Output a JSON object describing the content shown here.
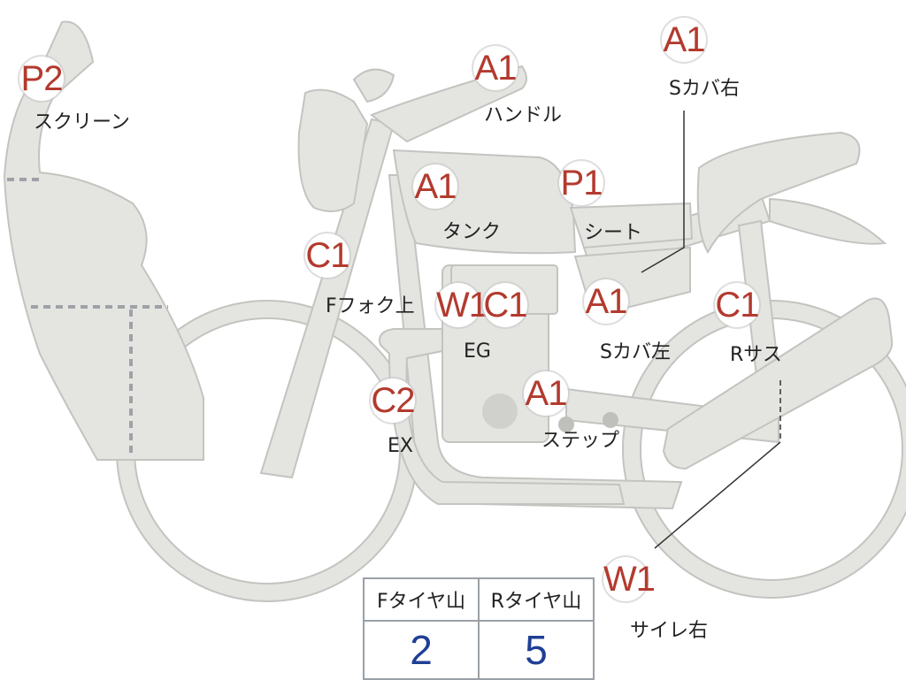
{
  "colors": {
    "grade": "#b33a2e",
    "part": "#e4e5e1",
    "outline": "#c2c4c0",
    "tire_value": "#1f3f95"
  },
  "markers": [
    {
      "id": "screen",
      "grade": "P2",
      "label": "スクリーン"
    },
    {
      "id": "handle",
      "grade": "A1",
      "label": "ハンドル"
    },
    {
      "id": "scover-r",
      "grade": "A1",
      "label": "Sカバ右"
    },
    {
      "id": "tank",
      "grade": "A1",
      "label": "タンク"
    },
    {
      "id": "seat",
      "grade": "P1",
      "label": "シート"
    },
    {
      "id": "ffork",
      "grade": "C1",
      "label": "Fフォク上"
    },
    {
      "id": "eg",
      "grade": "W1",
      "label": "EG"
    },
    {
      "id": "eg2",
      "grade": "C1",
      "label": ""
    },
    {
      "id": "scover-l",
      "grade": "A1",
      "label": "Sカバ左"
    },
    {
      "id": "rsus",
      "grade": "C1",
      "label": "Rサス"
    },
    {
      "id": "ex",
      "grade": "C2",
      "label": "EX"
    },
    {
      "id": "step",
      "grade": "A1",
      "label": "ステップ"
    },
    {
      "id": "muffler",
      "grade": "W1",
      "label": "サイレ右"
    }
  ],
  "tire_table": {
    "headers": [
      "Fタイヤ山",
      "Rタイヤ山"
    ],
    "values": [
      "2",
      "5"
    ]
  }
}
